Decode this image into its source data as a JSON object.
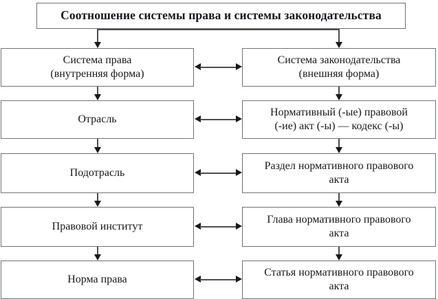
{
  "diagram": {
    "title": "Соотношение системы права и системы законодательства",
    "columns": [
      {
        "name": "system-of-law",
        "nodes": [
          "Система права\n(внутренняя форма)",
          "Отрасль",
          "Подотрасль",
          "Правовой институт",
          "Норма права"
        ]
      },
      {
        "name": "system-of-legislation",
        "nodes": [
          "Система законодательства\n(внешняя форма)",
          "Нормативный (-ые) правовой\n(-ие) акт (-ы) — кодекс (-ы)",
          "Раздел нормативного правового\nакта",
          "Глава нормативного правового\nакта",
          "Статья нормативного правового\nакта"
        ]
      }
    ],
    "colors": {
      "box_border": "#6f7276",
      "arrow": "#17191b",
      "background": "#ffffff",
      "text": "#16181a"
    }
  }
}
